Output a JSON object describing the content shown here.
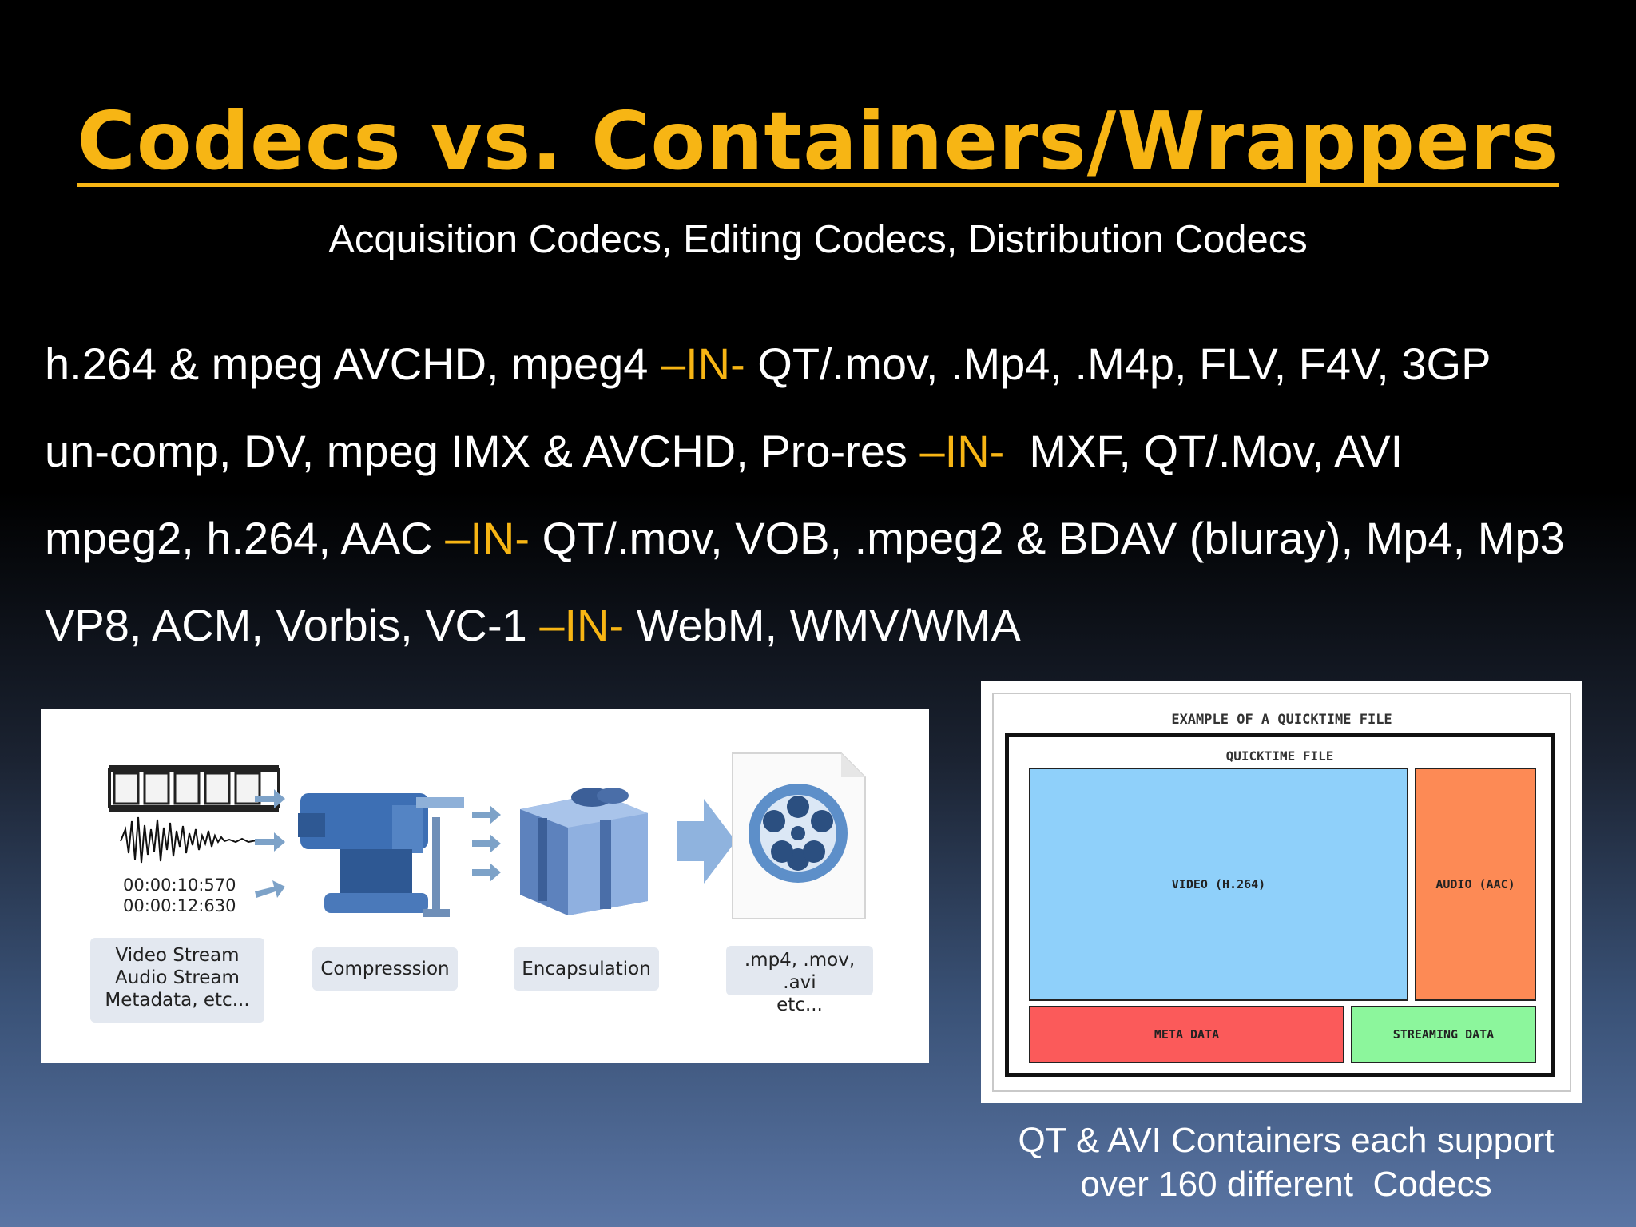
{
  "title": "Codecs vs. Containers/Wrappers",
  "subtitle": "Acquisition Codecs, Editing Codecs, Distribution Codecs",
  "rows": [
    {
      "codecs": "h.264 & mpeg AVCHD, mpeg4 ",
      "sep": "–IN-",
      "containers": " QT/.mov, .Mp4, .M4p, FLV, F4V, 3GP"
    },
    {
      "codecs": "un-comp, DV, mpeg IMX & AVCHD, Pro-res ",
      "sep": "–IN-",
      "containers": "  MXF, QT/.Mov, AVI"
    },
    {
      "codecs": "mpeg2, h.264, AAC ",
      "sep": "–IN-",
      "containers": " QT/.mov, VOB, .mpeg2 & BDAV (bluray), Mp4, Mp3"
    },
    {
      "codecs": "VP8, ACM, Vorbis, VC-1 ",
      "sep": "–IN-",
      "containers": " WebM, WMV/WMA"
    }
  ],
  "workflow": {
    "timecode_1": "00:00:10:570",
    "timecode_2": "00:00:12:630",
    "streams": [
      "Video Stream",
      "Audio Stream",
      "Metadata, etc..."
    ],
    "compression": "Compresssion",
    "encapsulation": "Encapsulation",
    "formats": [
      ".mp4, .mov, .avi",
      "etc..."
    ]
  },
  "quicktime": {
    "heading": "EXAMPLE OF A QUICKTIME FILE",
    "file_label": "QUICKTIME FILE",
    "video": "VIDEO (H.264)",
    "audio": "AUDIO (AAC)",
    "meta": "META DATA",
    "streaming": "STREAMING DATA",
    "colors": {
      "video": "#8fd0fa",
      "audio": "#fd8a55",
      "meta": "#fb5a5a",
      "streaming": "#8cf69c"
    }
  },
  "caption": [
    "QT & AVI Containers each support",
    "over 160 different  Codecs"
  ]
}
